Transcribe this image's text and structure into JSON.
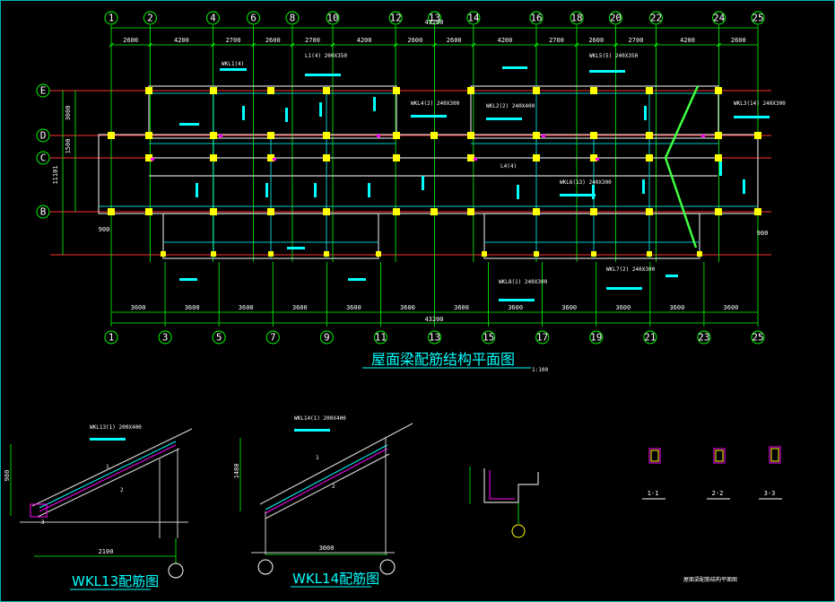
{
  "plan": {
    "title": "屋面梁配筋结构平面图",
    "scale": "1:100",
    "total_dim": "43200",
    "top_axes": [
      "1",
      "2",
      "4",
      "6",
      "8",
      "10",
      "12",
      "13",
      "14",
      "16",
      "18",
      "20",
      "22",
      "24",
      "25"
    ],
    "top_dims": [
      "2600",
      "4200",
      "2700",
      "2600",
      "2700",
      "4200",
      "2600",
      "2600",
      "4200",
      "2700",
      "2600",
      "2700",
      "4200",
      "2600"
    ],
    "bottom_axes": [
      "1",
      "3",
      "5",
      "7",
      "9",
      "11",
      "13",
      "15",
      "17",
      "19",
      "21",
      "23",
      "25"
    ],
    "bottom_dims": [
      "3600",
      "3600",
      "3600",
      "3600",
      "3600",
      "3600",
      "3600",
      "3600",
      "3600",
      "3600",
      "3600",
      "3600"
    ],
    "row_axes": [
      "E",
      "D",
      "C",
      "B"
    ],
    "left_dims": [
      "3000",
      "1500",
      "11101"
    ],
    "side_dims": {
      "left_bottom": "900",
      "right_bottom": "900"
    },
    "beam_labels": [
      "WKL1(4)",
      "L1(4) 200X350",
      "WKL4(2) 240X300",
      "WKL2(2) 240X400",
      "WKL5(5) 240X350",
      "WKL3(14) 240X300",
      "WKL6(13) 240X300",
      "WKL7(2) 240X300",
      "WKL8(1) 240X300",
      "L4(4)"
    ]
  },
  "details": [
    {
      "name": "WKL13配筋图",
      "span": "2100",
      "height": "980",
      "note": "WKL13(1) 200X400",
      "marks": [
        "1",
        "2",
        "3"
      ]
    },
    {
      "name": "WKL14配筋图",
      "span": "3000",
      "height": "1480",
      "note": "WKL14(1) 200X400",
      "marks": [
        "1",
        "2"
      ]
    }
  ],
  "sections": [
    "1-1",
    "2-2",
    "3-3"
  ],
  "sheet_label": "屋面梁配筋结构平面图",
  "colors": {
    "background": "#000000",
    "axis": "#00ff00",
    "text": "#ffffff",
    "title": "#00ffff",
    "beam": "#ffff00",
    "redline": "#ff0000",
    "rebar": "#ff00ff"
  }
}
